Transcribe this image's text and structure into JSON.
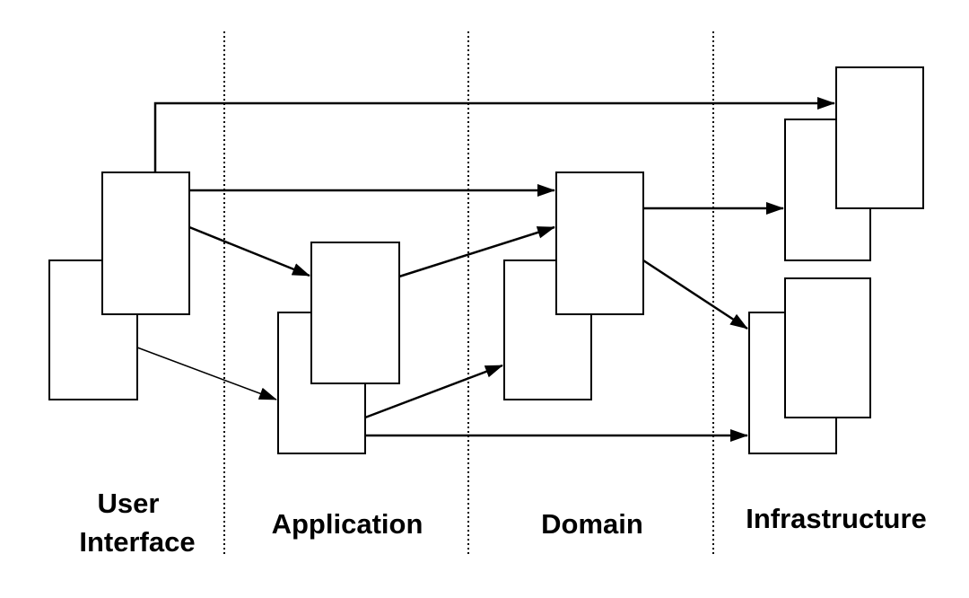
{
  "layers": [
    {
      "id": "user-interface",
      "label_lines": [
        "User",
        "Interface"
      ]
    },
    {
      "id": "application",
      "label_lines": [
        "Application"
      ]
    },
    {
      "id": "domain",
      "label_lines": [
        "Domain"
      ]
    },
    {
      "id": "infrastructure",
      "label_lines": [
        "Infrastructure"
      ]
    }
  ],
  "colors": {
    "stroke": "#000000",
    "fill": "#ffffff"
  }
}
